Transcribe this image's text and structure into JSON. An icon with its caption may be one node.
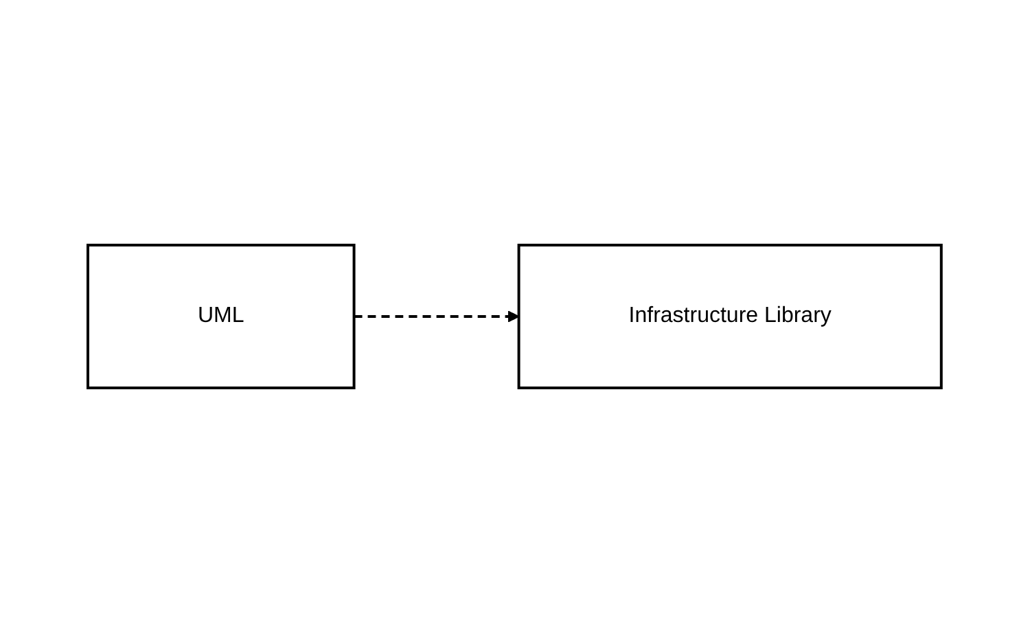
{
  "diagram": {
    "nodes": [
      {
        "text": [
          "Infrastructure Library"
        ]
      },
      {
        "text": [
          "UML"
        ]
      }
    ],
    "edges": [
      {
        "from": 1,
        "to": 0,
        "arrow": "to",
        "style": "dashed"
      }
    ]
  }
}
